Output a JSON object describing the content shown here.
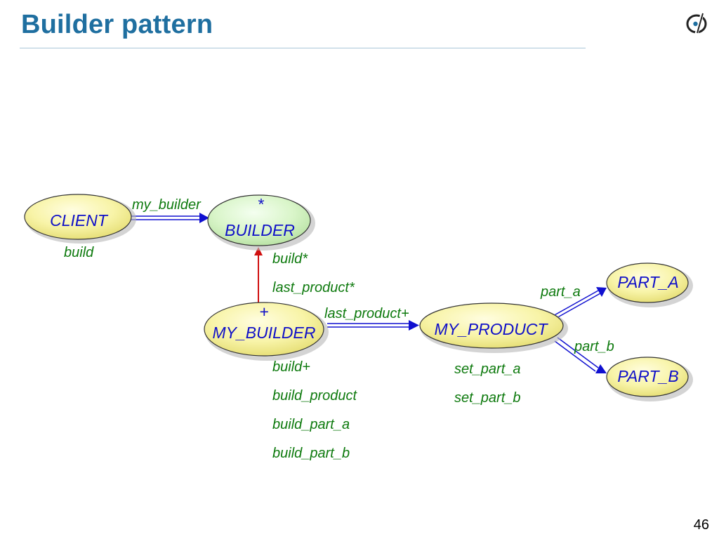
{
  "slide": {
    "title": "Builder pattern",
    "page_number": "46"
  },
  "diagram": {
    "nodes": {
      "client": {
        "name": "CLIENT",
        "marker": ""
      },
      "builder": {
        "name": "BUILDER",
        "marker": "*"
      },
      "my_builder": {
        "name": "MY_BUILDER",
        "marker": "+"
      },
      "my_product": {
        "name": "MY_PRODUCT",
        "marker": ""
      },
      "part_a": {
        "name": "PART_A",
        "marker": ""
      },
      "part_b": {
        "name": "PART_B",
        "marker": ""
      }
    },
    "relations": {
      "client_builder": "my_builder",
      "my_builder_my_product": "last_product+",
      "my_product_part_a": "part_a",
      "my_product_part_b": "part_b"
    },
    "features": {
      "client": [
        "build"
      ],
      "builder": [
        "build*",
        "last_product*"
      ],
      "my_builder": [
        "build+",
        "build_product",
        "build_part_a",
        "build_part_b"
      ],
      "my_product": [
        "set_part_a",
        "set_part_b"
      ]
    }
  },
  "colors": {
    "title": "#1f6fa0",
    "deferred_class_fill": "#d9f5c9",
    "effective_class_fill": "#f7f2a0",
    "client_arrow": "#1010d0",
    "inheritance_arrow": "#d01010",
    "feature_text": "#0e7a0e",
    "class_text": "#1010c8"
  }
}
